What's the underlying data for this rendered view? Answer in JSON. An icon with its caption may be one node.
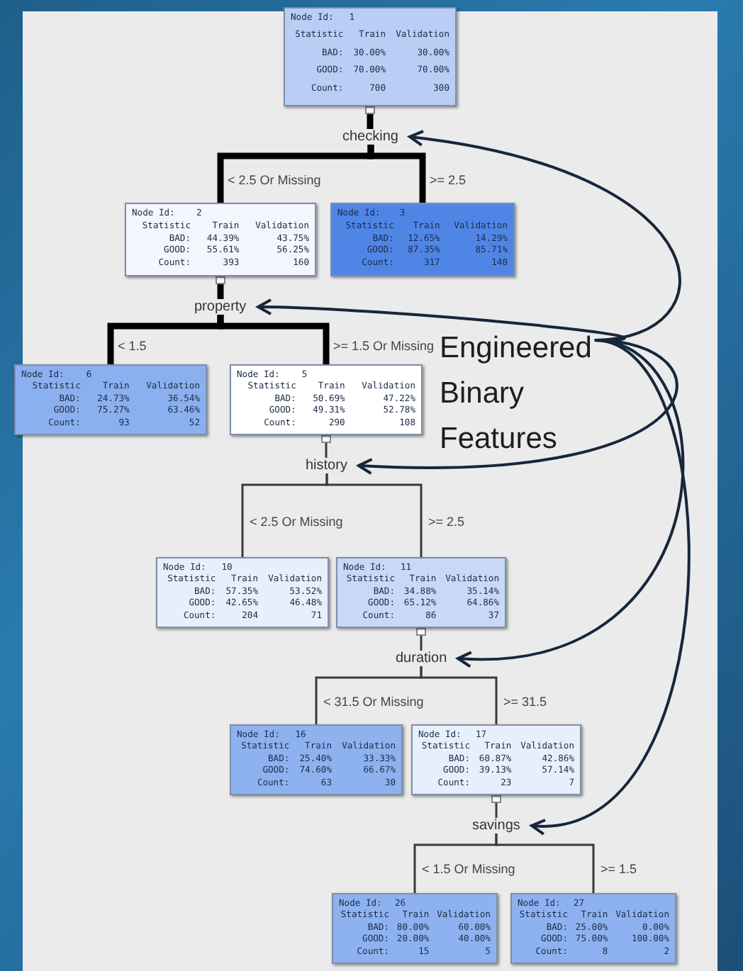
{
  "diagram": {
    "nodes": [
      {
        "text": [
          "Node Id:",
          "1",
          "Statistic",
          "Train",
          "Validation",
          "BAD:",
          "30.00%",
          "30.00%",
          "GOOD:",
          "70.00%",
          "70.00%",
          "Count:",
          "700",
          "300"
        ]
      },
      {
        "text": [
          "checking"
        ]
      },
      {
        "text": [
          "Node Id:",
          "2",
          "Statistic",
          "Train",
          "Validation",
          "BAD:",
          "44.39%",
          "43.75%",
          "GOOD:",
          "55.61%",
          "56.25%",
          "Count:",
          "393",
          "160"
        ]
      },
      {
        "text": [
          "Node Id:",
          "3",
          "Statistic",
          "Train",
          "Validation",
          "BAD:",
          "12.65%",
          "14.29%",
          "GOOD:",
          "87.35%",
          "85.71%",
          "Count:",
          "317",
          "140"
        ]
      },
      {
        "text": [
          "property"
        ]
      },
      {
        "text": [
          "Node Id:",
          "6",
          "Statistic",
          "Train",
          "Validation",
          "BAD:",
          "24.73%",
          "36.54%",
          "GOOD:",
          "75.27%",
          "63.46%",
          "Count:",
          "93",
          "52"
        ]
      },
      {
        "text": [
          "Node Id:",
          "5",
          "Statistic",
          "Train",
          "Validation",
          "BAD:",
          "50.69%",
          "47.22%",
          "GOOD:",
          "49.31%",
          "52.78%",
          "Count:",
          "290",
          "108"
        ]
      },
      {
        "text": [
          "history"
        ]
      },
      {
        "text": [
          "Node Id:",
          "10",
          "Statistic",
          "Train",
          "Validation",
          "BAD:",
          "57.35%",
          "53.52%",
          "GOOD:",
          "42.65%",
          "46.48%",
          "Count:",
          "204",
          "71"
        ]
      },
      {
        "text": [
          "Node Id:",
          "11",
          "Statistic",
          "Train",
          "Validation",
          "BAD:",
          "34.88%",
          "35.14%",
          "GOOD:",
          "65.12%",
          "64.86%",
          "Count:",
          "86",
          "37"
        ]
      },
      {
        "text": [
          "duration"
        ]
      },
      {
        "text": [
          "Node Id:",
          "16",
          "Statistic",
          "Train",
          "Validation",
          "BAD:",
          "25.40%",
          "33.33%",
          "GOOD:",
          "74.60%",
          "66.67%",
          "Count:",
          "63",
          "30"
        ]
      },
      {
        "text": [
          "Node Id:",
          "17",
          "Statistic",
          "Train",
          "Validation",
          "BAD:",
          "60.87%",
          "42.86%",
          "GOOD:",
          "39.13%",
          "57.14%",
          "Count:",
          "23",
          "7"
        ]
      },
      {
        "text": [
          "savings"
        ]
      },
      {
        "text": [
          "Node Id:",
          "26",
          "Statistic",
          "Train",
          "Validation",
          "BAD:",
          "80.00%",
          "60.00%",
          "GOOD:",
          "20.00%",
          "40.00%",
          "Count:",
          "15",
          "5"
        ]
      },
      {
        "text": [
          "Node Id:",
          "27",
          "Statistic",
          "Train",
          "Validation",
          "BAD:",
          "25.00%",
          "0.00%",
          "GOOD:",
          "75.00%",
          "100.00%",
          "Count:",
          "8",
          "2"
        ]
      },
      {
        "text": [
          "Engineered Binary Features"
        ]
      }
    ],
    "edges": [
      {
        "from": 0,
        "to": 1,
        "arrow": "none",
        "style": "thick"
      },
      {
        "from": 1,
        "to": 2,
        "arrow": "none",
        "label": "< 2.5 Or Missing",
        "style": "thick"
      },
      {
        "from": 1,
        "to": 3,
        "arrow": "none",
        "label": ">= 2.5",
        "style": "thick"
      },
      {
        "from": 2,
        "to": 4,
        "arrow": "none",
        "style": "thick"
      },
      {
        "from": 4,
        "to": 5,
        "arrow": "none",
        "label": "< 1.5",
        "style": "thick"
      },
      {
        "from": 4,
        "to": 6,
        "arrow": "none",
        "label": ">= 1.5 Or Missing",
        "style": "thick"
      },
      {
        "from": 6,
        "to": 7,
        "arrow": "none"
      },
      {
        "from": 7,
        "to": 8,
        "arrow": "none",
        "label": "< 2.5 Or Missing"
      },
      {
        "from": 7,
        "to": 9,
        "arrow": "none",
        "label": ">= 2.5"
      },
      {
        "from": 9,
        "to": 10,
        "arrow": "none"
      },
      {
        "from": 10,
        "to": 11,
        "arrow": "none",
        "label": "< 31.5 Or Missing"
      },
      {
        "from": 10,
        "to": 12,
        "arrow": "none",
        "label": ">= 31.5"
      },
      {
        "from": 12,
        "to": 13,
        "arrow": "none"
      },
      {
        "from": 13,
        "to": 14,
        "arrow": "none",
        "label": "< 1.5 Or Missing"
      },
      {
        "from": 13,
        "to": 15,
        "arrow": "none",
        "label": ">= 1.5"
      },
      {
        "from": 16,
        "to": 1,
        "arrow": "to",
        "color": "#17263a"
      },
      {
        "from": 16,
        "to": 4,
        "arrow": "to",
        "color": "#17263a"
      },
      {
        "from": 16,
        "to": 7,
        "arrow": "to",
        "color": "#17263a"
      },
      {
        "from": 16,
        "to": 10,
        "arrow": "to",
        "color": "#17263a"
      },
      {
        "from": 16,
        "to": 13,
        "arrow": "to",
        "color": "#17263a"
      }
    ]
  }
}
